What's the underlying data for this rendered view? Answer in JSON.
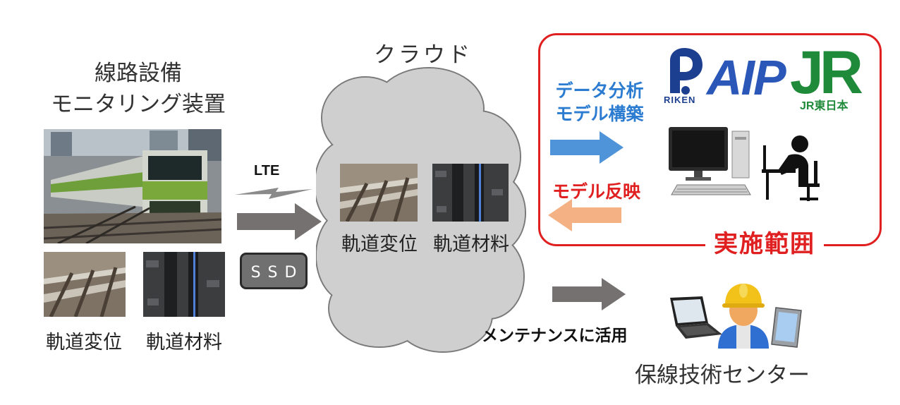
{
  "device": {
    "title_line1": "線路設備",
    "title_line2": "モニタリング装置"
  },
  "captions": {
    "left_displacement": "軌道変位",
    "left_material": "軌道材料",
    "cloud_displacement": "軌道変位",
    "cloud_material": "軌道材料"
  },
  "transfer": {
    "lte": "LTE",
    "ssd": "SSD"
  },
  "cloud": {
    "title": "クラウド"
  },
  "scope": {
    "label": "実施範囲",
    "analysis_line1": "データ分析",
    "analysis_line2": "モデル構築",
    "feedback": "モデル反映"
  },
  "logos": {
    "riken": "RIKEN",
    "aip": "AIP",
    "jr_mark": "JR",
    "jr_name": "JR東日本"
  },
  "maintenance": {
    "action": "メンテナンスに活用",
    "center": "保線技術センター"
  },
  "colors": {
    "scope_red": "#e02020",
    "analysis_blue": "#2b7cd1",
    "arrow_blue": "#4f93d8",
    "arrow_orange": "#f4b183",
    "arrow_gray": "#767171",
    "riken_blue": "#1d3f8f",
    "aip_blue": "#2a57b8",
    "jr_green": "#1f8a3a"
  }
}
